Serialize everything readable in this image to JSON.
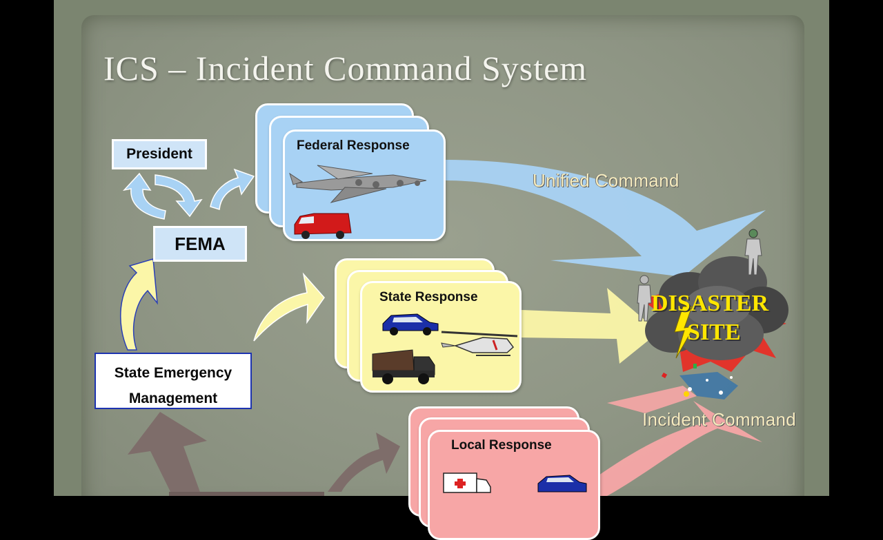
{
  "slide": {
    "title": "ICS – Incident Command System"
  },
  "nodes": {
    "president": "President",
    "fema": "FEMA",
    "state_em_line1": "State Emergency",
    "state_em_line2": "Management"
  },
  "cards": {
    "federal": "Federal Response",
    "state": "State Response",
    "local": "Local Response"
  },
  "flows": {
    "unified": "Unified Command",
    "incident": "Incident Command"
  },
  "disaster": {
    "line1": "DISASTER",
    "line2": "SITE"
  },
  "colors": {
    "federal": "#a8d2f4",
    "state": "#fbf6a8",
    "local": "#f7a6a6",
    "box_border": "#1d33b0",
    "arrow_brown": "#7e6d6a"
  }
}
